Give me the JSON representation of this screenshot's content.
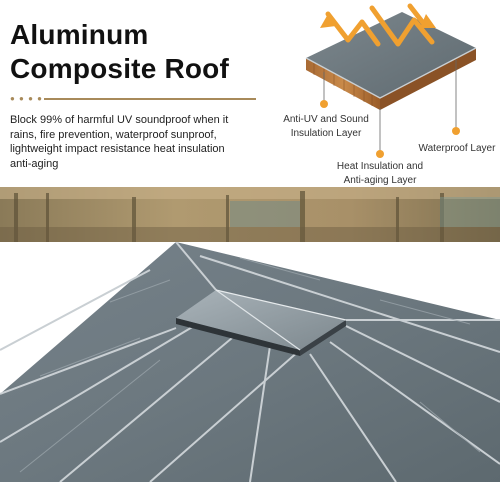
{
  "title": {
    "line1": "Aluminum",
    "line2": "Composite Roof"
  },
  "description": "Block 99% of harmful UV soundproof when it rains, fire prevention, waterproof sunproof, lightweight impact resistance heat insulation anti-aging",
  "layers": {
    "uv_sound": {
      "line1": "Anti-UV and Sound",
      "line2": "Insulation Layer"
    },
    "waterproof": "Waterproof Layer",
    "heat": {
      "line1": "Heat Insulation and",
      "line2": "Anti-aging Layer"
    }
  },
  "colors": {
    "accent_gold": "#a88a5a",
    "marker_orange": "#f0a030",
    "panel_gray": "#6f7a80",
    "seam_silver": "#c9cfd3"
  },
  "icons": [
    "sun-arrow-icon",
    "layer-marker-icon"
  ]
}
